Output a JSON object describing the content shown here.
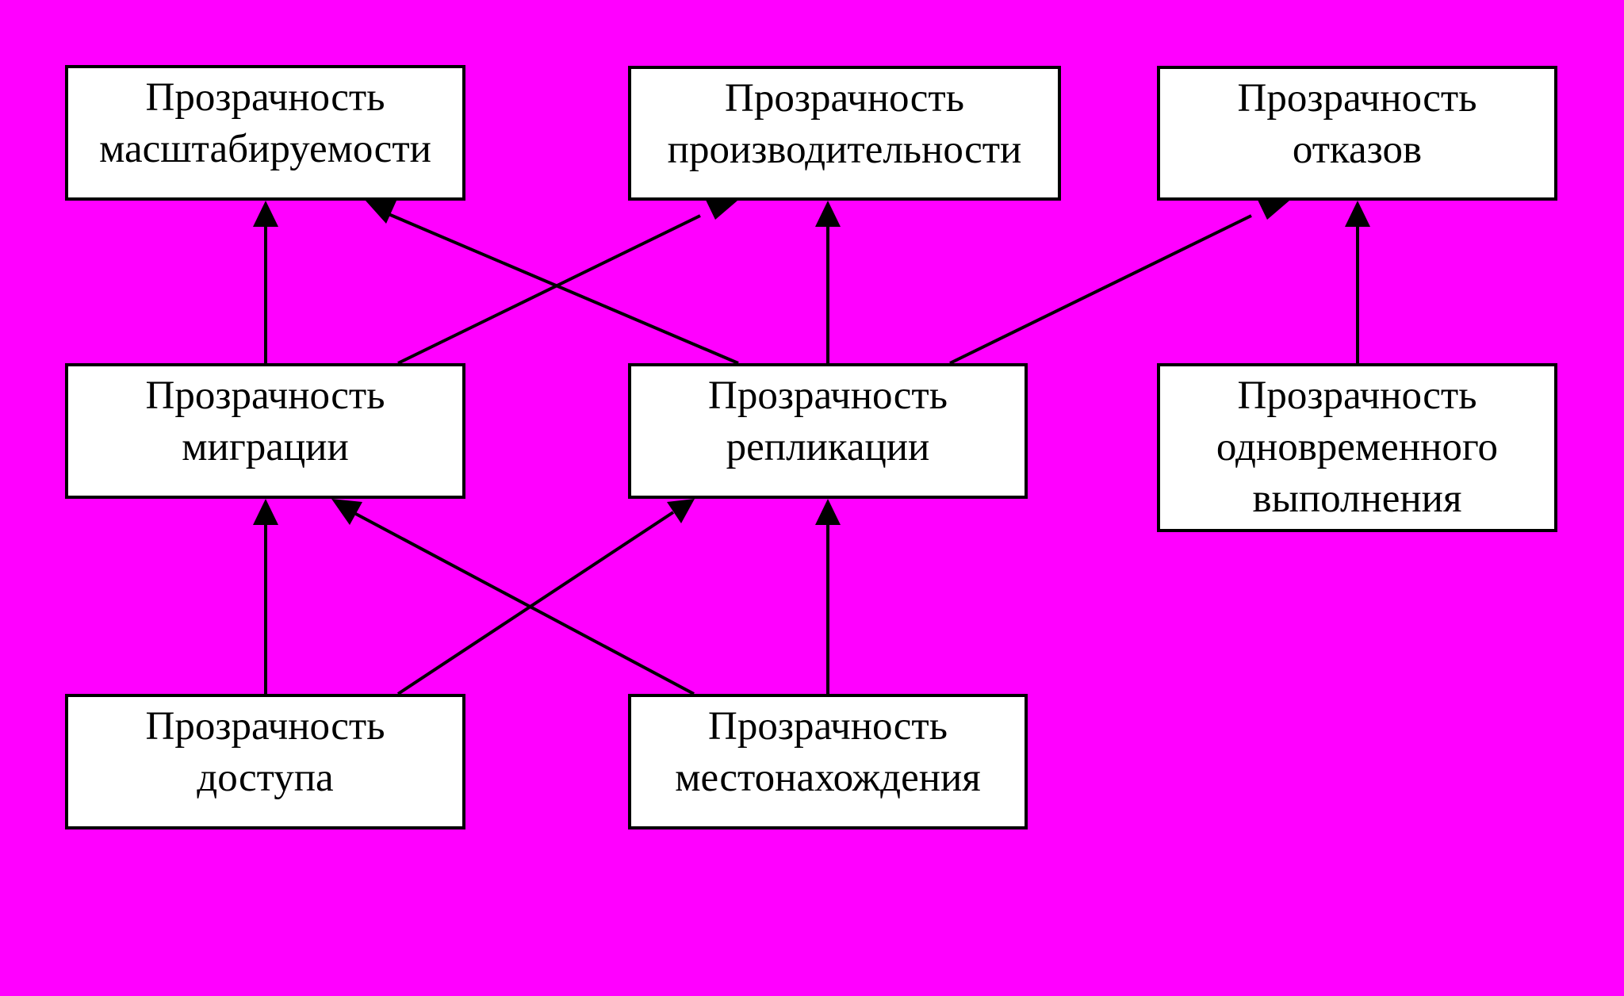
{
  "background_color": "#ff00ff",
  "box_fill": "#ffffff",
  "stroke_color": "#000000",
  "nodes": {
    "scalability": {
      "lines": [
        "Прозрачность",
        "масштабируемости"
      ]
    },
    "performance": {
      "lines": [
        "Прозрачность",
        "производительности"
      ]
    },
    "failure": {
      "lines": [
        "Прозрачность",
        "отказов"
      ]
    },
    "migration": {
      "lines": [
        "Прозрачность",
        "миграции"
      ]
    },
    "replication": {
      "lines": [
        "Прозрачность",
        "репликации"
      ]
    },
    "concurrency": {
      "lines": [
        "Прозрачность",
        "одновременного",
        "выполнения"
      ]
    },
    "access": {
      "lines": [
        "Прозрачность",
        "доступа"
      ]
    },
    "location": {
      "lines": [
        "Прозрачность",
        "местонахождения"
      ]
    }
  },
  "edges": [
    {
      "from": "migration",
      "to": "scalability"
    },
    {
      "from": "migration",
      "to": "performance"
    },
    {
      "from": "replication",
      "to": "scalability"
    },
    {
      "from": "replication",
      "to": "performance"
    },
    {
      "from": "replication",
      "to": "failure"
    },
    {
      "from": "concurrency",
      "to": "failure"
    },
    {
      "from": "access",
      "to": "migration"
    },
    {
      "from": "access",
      "to": "replication"
    },
    {
      "from": "location",
      "to": "migration"
    },
    {
      "from": "location",
      "to": "replication"
    }
  ]
}
